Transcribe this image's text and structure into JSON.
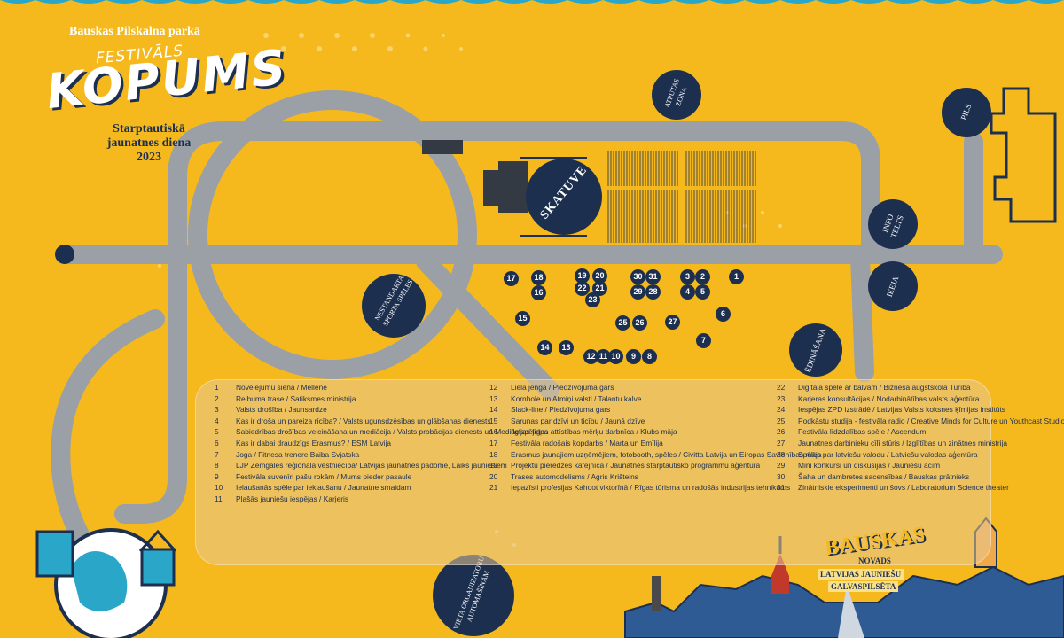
{
  "header": {
    "park": "Bauskas Pilskalna parkā",
    "festival": "FESTIVĀLS",
    "name": "KOPUMS",
    "subtitle1": "Starptautiskā",
    "subtitle2": "jaunatnes diena",
    "year": "2023"
  },
  "zones": {
    "skatuve": "SKATUVE",
    "atputas": "ATPŪTAS ZONA",
    "pils": "PILS",
    "info": "INFO TELTS",
    "ieeja": "IEEJA",
    "sports": "NESTANDARTA SPORTA SPĒLES",
    "edinasana": "ĒDINĀŠANA",
    "parking": "VIETA ORGANIZATORU AUTOMAŠĪNĀM"
  },
  "markers": [
    "1",
    "2",
    "3",
    "4",
    "5",
    "6",
    "7",
    "8",
    "9",
    "10",
    "11",
    "12",
    "13",
    "14",
    "15",
    "16",
    "17",
    "18",
    "19",
    "20",
    "21",
    "22",
    "23",
    "25",
    "26",
    "27",
    "28",
    "29",
    "30",
    "31"
  ],
  "legend": [
    {
      "n": "1",
      "t": "Novēlējumu siena / Mellene"
    },
    {
      "n": "2",
      "t": "Reibuma trase / Satiksmes ministrija"
    },
    {
      "n": "3",
      "t": "Valsts drošība / Jaunsardze"
    },
    {
      "n": "4",
      "t": "Kas ir droša un pareiza rīcība? / Valsts ugunsdzēsības un glābšanas dienests"
    },
    {
      "n": "5",
      "t": "Sabiedrības drošības veicināšana un mediācija / Valsts probācijas dienests un Mediācijas telpa"
    },
    {
      "n": "6",
      "t": "Kas ir dabai draudzīgs Erasmus? / ESM Latvija"
    },
    {
      "n": "7",
      "t": "Joga / Fitnesa trenere Baiba Svjatska"
    },
    {
      "n": "8",
      "t": "LJP Zemgales reģionālā vēstniecība/ Latvijas jaunatnes padome, Laiks jauniešiem"
    },
    {
      "n": "9",
      "t": "Festivāla suvenīri pašu rokām / Mums pieder pasaule"
    },
    {
      "n": "10",
      "t": "Ielaušanās spēle par iekļaušanu / Jaunatne smaidam"
    },
    {
      "n": "11",
      "t": "Plašās jauniešu iespējas / Karjeris"
    },
    {
      "n": "12",
      "t": "Lielā jenga /      Piedzīvojuma gars"
    },
    {
      "n": "13",
      "t": "Kornhole un Atmiņi valsti      / Talantu kalve"
    },
    {
      "n": "14",
      "t": "Slack-line /      Piedzīvojuma gars"
    },
    {
      "n": "15",
      "t": "Sarunas par dzīvi un ticību      / Jaunā dzīve"
    },
    {
      "n": "16",
      "t": "Ilgtspējīgas attīstības mērķu darbnīca /      Klubs māja"
    },
    {
      "n": "17",
      "t": "Festivāla radošais kopdarbs / Marta un Emīlija"
    },
    {
      "n": "18",
      "t": "Erasmus jaunajiem uzņēmējiem, fotobooth, spēles / Civitta Latvija un Eiropas Savienības māja"
    },
    {
      "n": "19",
      "t": "Projektu pieredzes kafejnīca / Jaunatnes starptautisko programmu aģentūra"
    },
    {
      "n": "20",
      "t": "Trases automodelisms /      Agris Krišteins"
    },
    {
      "n": "21",
      "t": "Iepazīsti profesijas Kahoot viktorīnā / Rīgas tūrisma un radošās industrijas tehnikums"
    },
    {
      "n": "22",
      "t": "Digitāla spēle ar balvām /      Biznesa augstskola Turība"
    },
    {
      "n": "23",
      "t": "Karjeras konsultācijas /      Nodarbinātības valsts aģentūra"
    },
    {
      "n": "24",
      "t": "Iespējas ZPD izstrādē /      Latvijas Valsts koksnes ķīmijas institūts"
    },
    {
      "n": "25",
      "t": "Podkāstu studija - festivāla radio / Creative Minds for Culture un Youthcast Studio"
    },
    {
      "n": "26",
      "t": "Festivāla līdzdalības spēle      / Ascendum"
    },
    {
      "n": "27",
      "t": "Jaunatnes darbinieku cīlī stūris / Izglītības un zinātnes ministrija"
    },
    {
      "n": "28",
      "t": "Spēles par latviešu valodu      / Latviešu valodas aģentūra"
    },
    {
      "n": "29",
      "t": "Mini konkursi un diskusijas / Jauniešu acīm"
    },
    {
      "n": "30",
      "t": "Šaha un dambretes sacensības / Bauskas prātnieks"
    },
    {
      "n": "31",
      "t": "Zinātniskie eksperimenti un šovs / Laboratorium Science theater"
    }
  ],
  "branding": {
    "bauskas": "BAUSKAS",
    "novads": "NOVADS",
    "line1": "LATVIJAS JAUNIEŠU",
    "line2": "GALVASPILSĒTA"
  },
  "colors": {
    "background": "#f5b91e",
    "road": "#9aa0a6",
    "navy": "#1c2f4f",
    "border_blue": "#2aa6c8"
  }
}
